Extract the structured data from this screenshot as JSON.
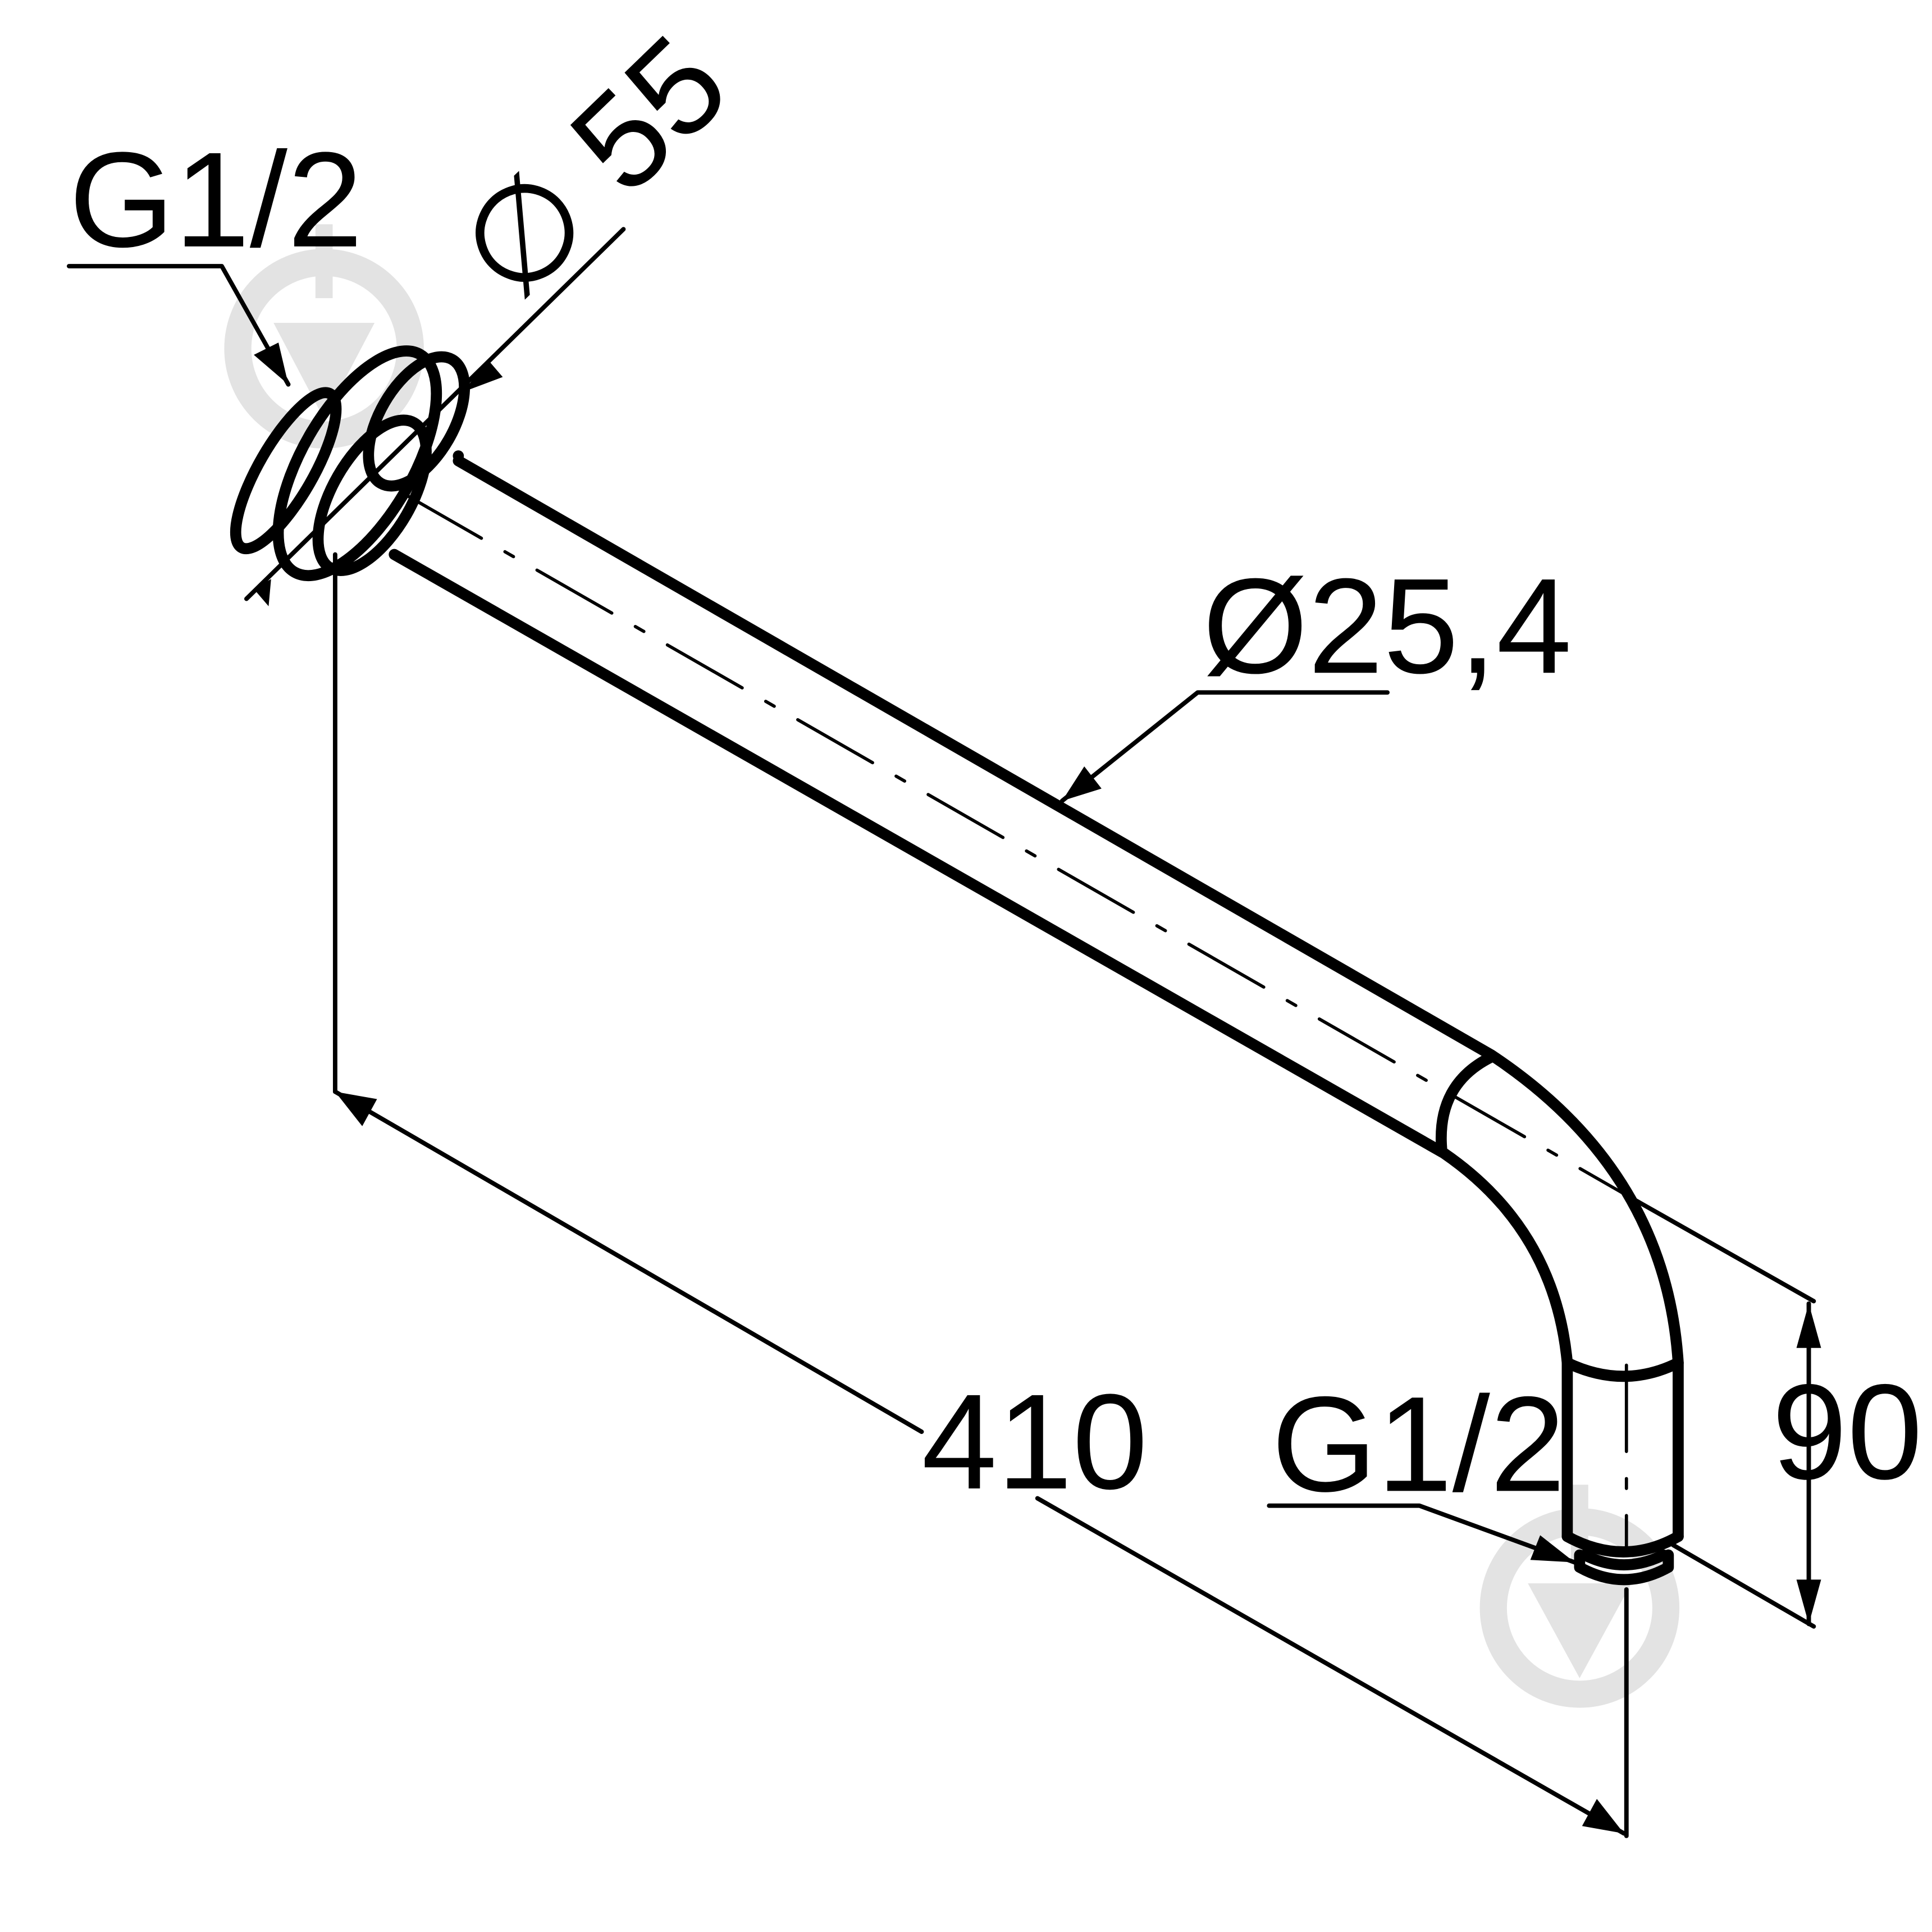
{
  "dimensions": {
    "thread_wall": "G1/2",
    "flange_diameter": "∅ 55",
    "pipe_diameter": "Ø25,4",
    "length": "410",
    "height": "90",
    "thread_outlet": "G1/2"
  },
  "colors": {
    "line": "#000000",
    "watermark": "#e3e3e3",
    "background": "#ffffff"
  },
  "icons": {
    "watermark": "drop-in-circle-watermark-icon"
  }
}
